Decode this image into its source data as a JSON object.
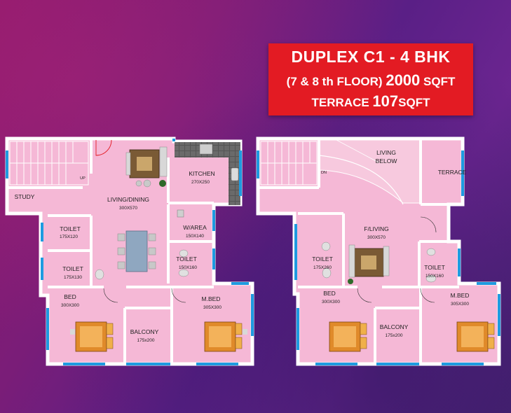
{
  "title": {
    "line1": "DUPLEX  C1 - 4 BHK",
    "line2_prefix": "(7 & 8 th FLOOR) ",
    "line2_value": "2000",
    "line2_unit": " SQFT",
    "line3_prefix": "TERRACE ",
    "line3_value": "107",
    "line3_unit": "SQFT"
  },
  "lower_floor": {
    "study": "STUDY",
    "up": "UP",
    "living_label": "LIVING/DINING",
    "living_dim": "300X570",
    "kitchen_label": "KITCHEN",
    "kitchen_dim": "270X250",
    "warea_label": "W/AREA",
    "warea_dim": "150X140",
    "toilet1_label": "TOILET",
    "toilet1_dim": "175X120",
    "toilet2_label": "TOILET",
    "toilet2_dim": "175X130",
    "toilet3_label": "TOILET",
    "toilet3_dim": "150X160",
    "bed_label": "BED",
    "bed_dim": "300X300",
    "balcony_label": "BALCONY",
    "balcony_dim": "175x200",
    "mbed_label": "M.BED",
    "mbed_dim": "305X300"
  },
  "upper_floor": {
    "dn": "DN",
    "living_below_1": "LIVING",
    "living_below_2": "BELOW",
    "terrace": "TERRACE",
    "fliving_label": "F/LIVING",
    "fliving_dim": "300X570",
    "toilet1_label": "TOILET",
    "toilet1_dim": "175X260",
    "toilet2_label": "TOILET",
    "toilet2_dim": "150X160",
    "bed_label": "BED",
    "bed_dim": "300X300",
    "balcony_label": "BALCONY",
    "balcony_dim": "175x200",
    "mbed_label": "M.BED",
    "mbed_dim": "305X300"
  },
  "colors": {
    "floor": "#f5b8d6",
    "wall": "#ffffff",
    "window": "#1e9be0",
    "title_bg": "#e31b23"
  }
}
